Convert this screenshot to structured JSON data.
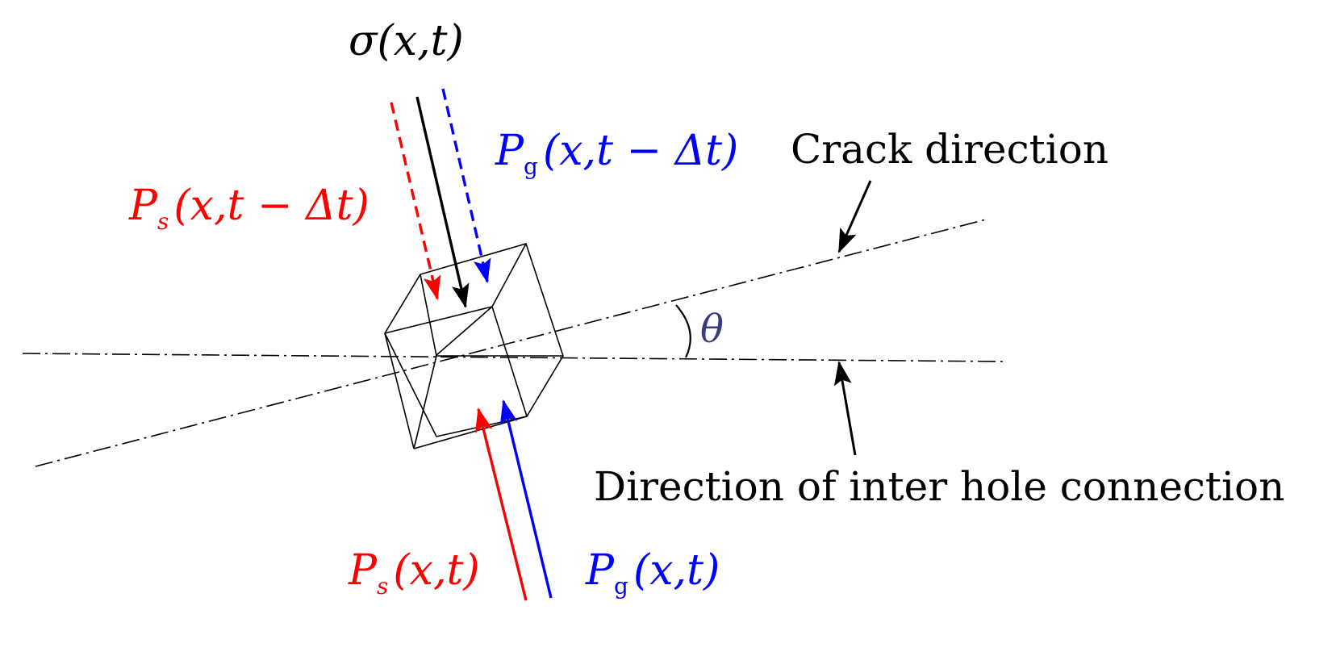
{
  "labels": {
    "sigma": {
      "sym": "σ",
      "args": "(x,t)"
    },
    "ps_delayed": {
      "sym": "P",
      "sub": "s",
      "args": "(x,t − Δt)"
    },
    "pg_delayed": {
      "sym": "P",
      "sub": "g",
      "args": "(x,t − Δt)"
    },
    "ps_current": {
      "sym": "P",
      "sub": "s",
      "args": "(x,t)"
    },
    "pg_current": {
      "sym": "P",
      "sub": "g",
      "args": "(x,t)"
    },
    "angle": "θ",
    "crack_direction": "Crack direction",
    "connection_direction": "Direction of inter hole connection"
  },
  "colors": {
    "stress": "#000000",
    "ps": "#ff0000",
    "pg": "#0000ff",
    "angle_label": "#3b3b80",
    "lines": "#000000"
  }
}
